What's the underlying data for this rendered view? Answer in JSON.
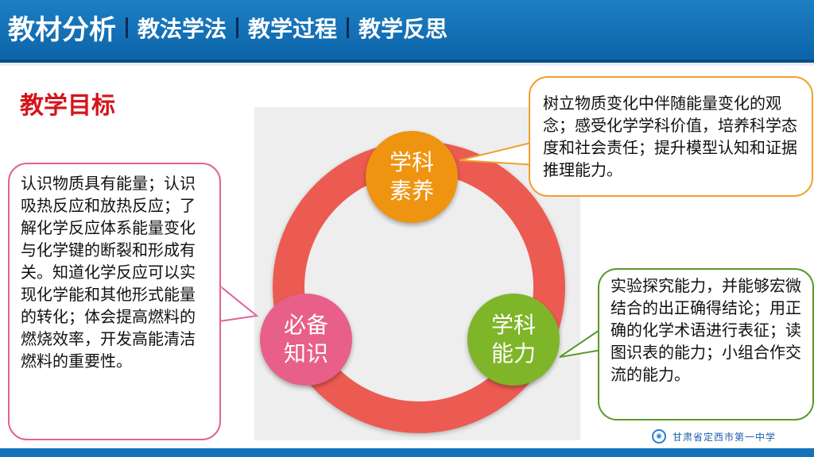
{
  "header": {
    "active_tab": "教材分析",
    "tabs": [
      "教法学法",
      "教学过程",
      "教学反思"
    ]
  },
  "section_title": "教学目标",
  "nodes": {
    "literacy": "学科素养",
    "knowledge": "必备知识",
    "ability": "学科能力"
  },
  "boxes": {
    "knowledge_text": "认识物质具有能量；认识吸热反应和放热反应；了解化学反应体系能量变化与化学键的断裂和形成有关。知道化学反应可以实现化学能和其他形式能量的转化；体会提高燃料的燃烧效率，开发高能清洁燃料的重要性。",
    "literacy_text": "树立物质变化中伴随能量变化的观念；感受化学学科价值，培养科学态度和社会责任；提升模型认知和证据推理能力。",
    "ability_text": "实验探究能力，并能够宏微结合的出正确得结论；用正确的化学术语进行表征；读图识表的能力；小组合作交流的能力。"
  },
  "footer": {
    "school_name": "甘肃省定西市第一中学",
    "logo_icon": "school-seal-icon"
  },
  "colors": {
    "header_blue": "#1472ba",
    "title_red": "#d4151b",
    "ring_red": "#ec5b51",
    "literacy_orange": "#ef9410",
    "knowledge_pink": "#e8608a",
    "ability_green": "#7fb528"
  }
}
